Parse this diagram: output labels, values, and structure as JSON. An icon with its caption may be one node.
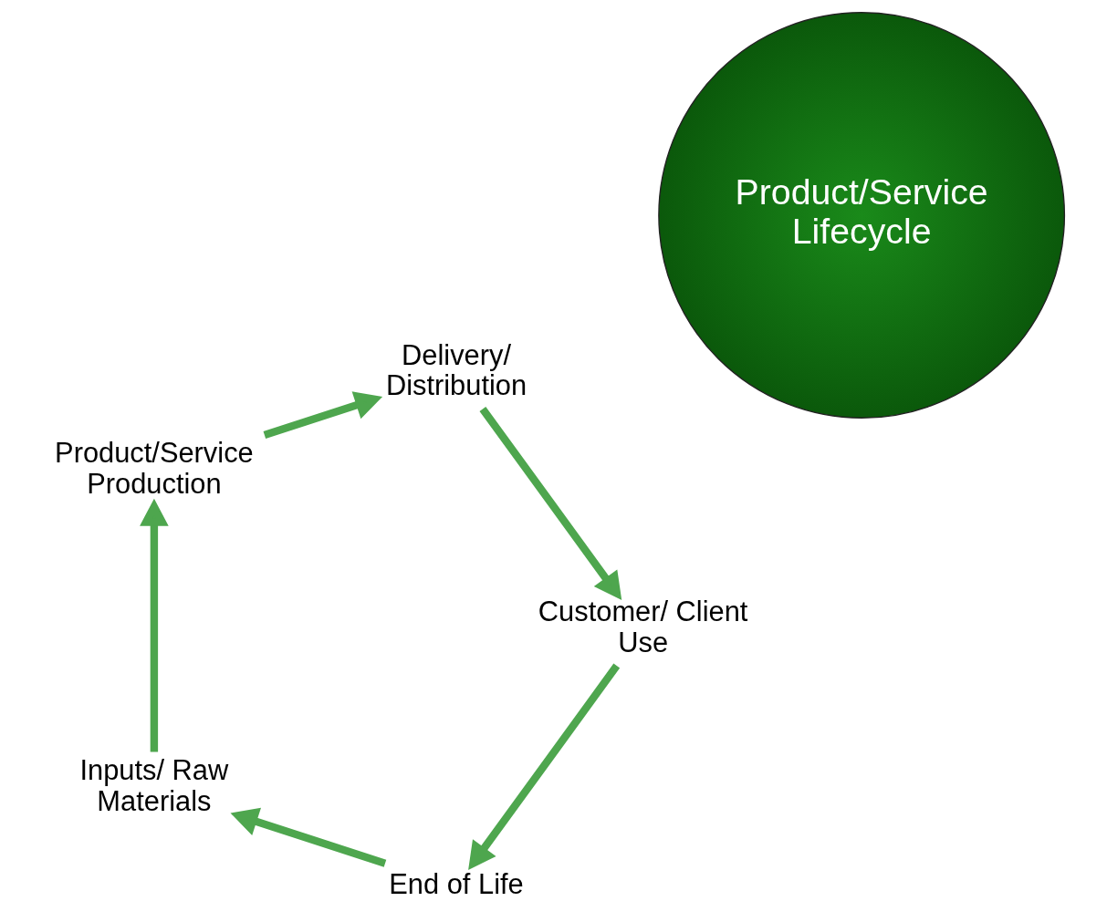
{
  "diagram": {
    "nodes": [
      {
        "text": [
          "End of Life"
        ]
      },
      {
        "text": [
          "Inputs/ Raw Materials"
        ]
      },
      {
        "text": [
          "Product/Service Lifecycle"
        ]
      },
      {
        "text": [
          "Customer/ Client Use"
        ]
      },
      {
        "text": [
          "Product/Service Production"
        ]
      },
      {
        "text": [
          "Delivery/ Distribution"
        ]
      }
    ],
    "edges": [
      {
        "from": 0,
        "to": 1,
        "arrow": "to"
      },
      {
        "from": 1,
        "to": 4,
        "arrow": "to"
      },
      {
        "from": 4,
        "to": 5,
        "arrow": "to"
      },
      {
        "from": 5,
        "to": 3,
        "arrow": "to"
      },
      {
        "from": 3,
        "to": 0,
        "arrow": "to"
      }
    ]
  }
}
